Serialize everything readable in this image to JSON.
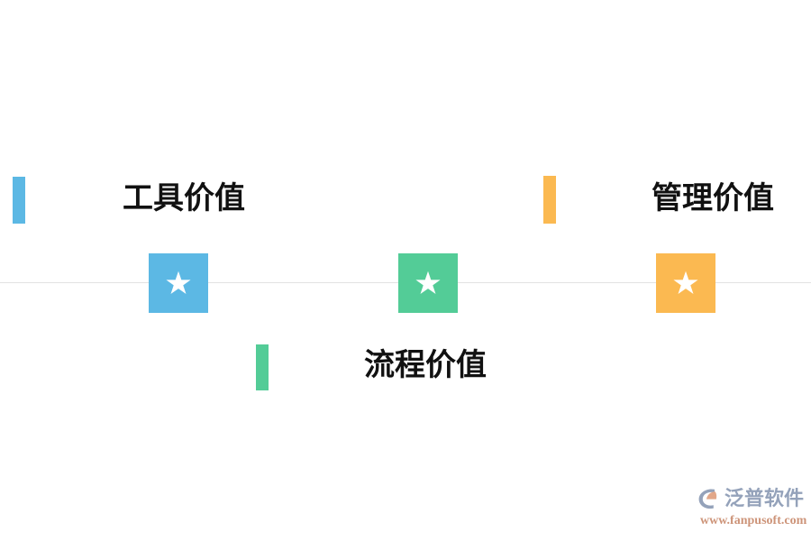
{
  "diagram": {
    "title_text": "",
    "background_color": "#FFFFFF",
    "axis": {
      "name": "horizontal-timeline",
      "color": "#E2E2E2"
    },
    "nodes": [
      {
        "id": "tool",
        "label": "工具价值",
        "color": "#5CB8E4",
        "icon": "star-icon",
        "position": "above-line-left"
      },
      {
        "id": "process",
        "label": "流程价值",
        "color": "#53CC97",
        "icon": "star-icon",
        "position": "below-line-center"
      },
      {
        "id": "manage",
        "label": "管理价值",
        "color": "#FBB951",
        "icon": "star-icon",
        "position": "above-line-right"
      }
    ]
  },
  "watermark": {
    "brand_cn": "泛普软件",
    "url": "www.fanpusoft.com",
    "mark_colors": {
      "swoosh": "#8C9BB5",
      "arc": "#E0A080"
    },
    "brand_color": "#8C9BB5",
    "url_color": "#C98B6E"
  }
}
